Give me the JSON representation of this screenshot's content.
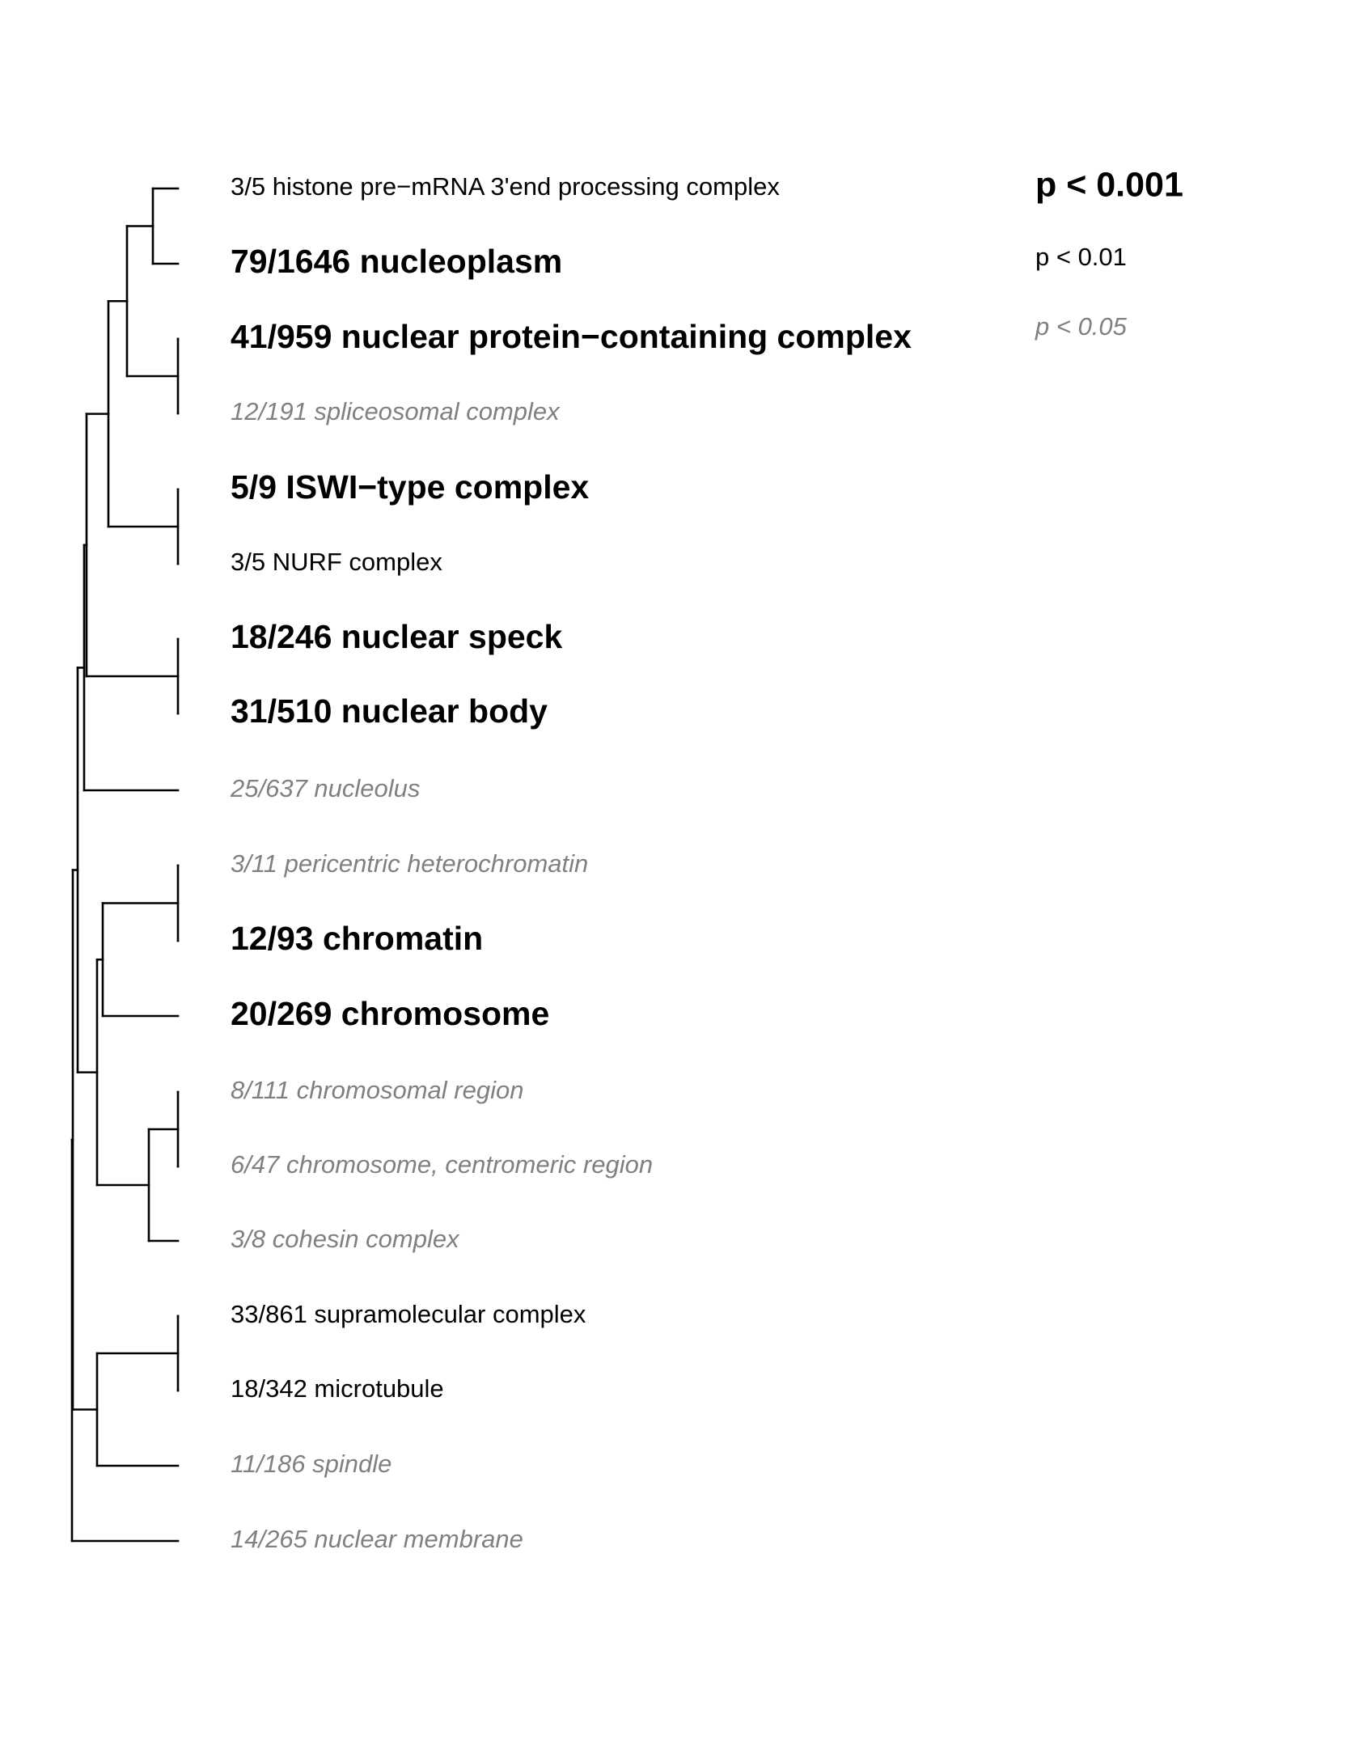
{
  "legend": {
    "high": "p < 0.001",
    "mid": "p < 0.01",
    "low": "p < 0.05"
  },
  "colors": {
    "significant": "#000000",
    "weak": "#808080"
  },
  "leaves": [
    {
      "label": "3/5 histone pre−mRNA 3'end processing complex",
      "level": "mid"
    },
    {
      "label": "79/1646 nucleoplasm",
      "level": "high"
    },
    {
      "label": "41/959 nuclear protein−containing complex",
      "level": "high"
    },
    {
      "label": "12/191 spliceosomal complex",
      "level": "low"
    },
    {
      "label": "5/9 ISWI−type complex",
      "level": "high"
    },
    {
      "label": "3/5 NURF complex",
      "level": "mid"
    },
    {
      "label": "18/246 nuclear speck",
      "level": "high"
    },
    {
      "label": "31/510 nuclear body",
      "level": "high"
    },
    {
      "label": "25/637 nucleolus",
      "level": "low"
    },
    {
      "label": "3/11 pericentric heterochromatin",
      "level": "low"
    },
    {
      "label": "12/93 chromatin",
      "level": "high"
    },
    {
      "label": "20/269 chromosome",
      "level": "high"
    },
    {
      "label": "8/111 chromosomal region",
      "level": "low"
    },
    {
      "label": "6/47 chromosome, centromeric region",
      "level": "low"
    },
    {
      "label": "3/8 cohesin complex",
      "level": "low"
    },
    {
      "label": "33/861 supramolecular complex",
      "level": "mid"
    },
    {
      "label": "18/342 microtubule",
      "level": "mid"
    },
    {
      "label": "11/186 spindle",
      "level": "low"
    },
    {
      "label": "14/265 nuclear membrane",
      "level": "low"
    }
  ]
}
